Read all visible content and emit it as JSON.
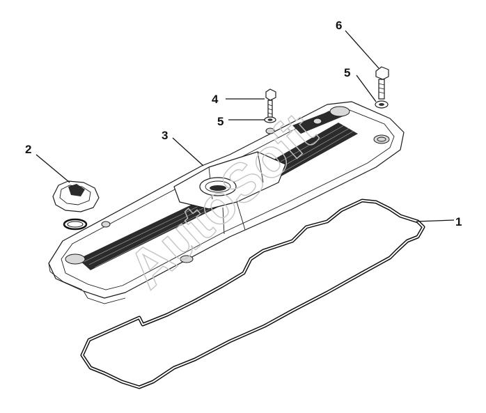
{
  "diagram": {
    "watermark": "AutoSoft",
    "callouts": [
      {
        "id": "gasket",
        "label": "1"
      },
      {
        "id": "oil-filler-cap",
        "label": "2"
      },
      {
        "id": "valve-cover",
        "label": "3"
      },
      {
        "id": "bolt-4",
        "label": "4"
      },
      {
        "id": "washer-5a",
        "label": "5"
      },
      {
        "id": "washer-5b",
        "label": "5"
      },
      {
        "id": "bolt-6",
        "label": "6"
      }
    ]
  }
}
